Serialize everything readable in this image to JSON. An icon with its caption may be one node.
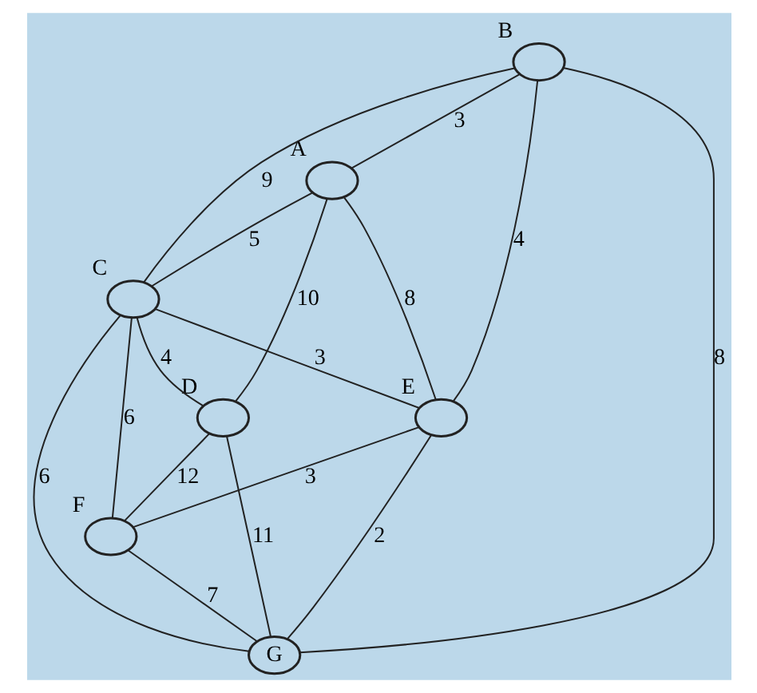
{
  "diagram": {
    "nodes": [
      {
        "text": [],
        "shape": "circle",
        "beside": [
          "A"
        ]
      },
      {
        "text": [],
        "shape": "circle",
        "beside": [
          "B"
        ]
      },
      {
        "text": [],
        "shape": "circle",
        "beside": [
          "C"
        ]
      },
      {
        "text": [],
        "shape": "circle",
        "beside": [
          "D"
        ]
      },
      {
        "text": [],
        "shape": "circle",
        "beside": [
          "E"
        ]
      },
      {
        "text": [],
        "shape": "circle",
        "beside": [
          "F"
        ]
      },
      {
        "text": [
          "G"
        ]
      }
    ],
    "edges": [
      {
        "from": 1,
        "to": 0,
        "arrow": "none",
        "label": "3"
      },
      {
        "from": 0,
        "to": 3,
        "arrow": "none",
        "label": "10"
      },
      {
        "from": 0,
        "to": 4,
        "arrow": "none",
        "label": "8"
      },
      {
        "from": 0,
        "to": 2,
        "arrow": "none",
        "label": "5"
      },
      {
        "from": 1,
        "to": 2,
        "arrow": "none",
        "label": "9"
      },
      {
        "from": 1,
        "to": 4,
        "arrow": "none",
        "label": "4"
      },
      {
        "from": 1,
        "to": 6,
        "arrow": "none",
        "label": "8"
      },
      {
        "from": 2,
        "to": 3,
        "arrow": "none",
        "label": "4"
      },
      {
        "from": 2,
        "to": 4,
        "arrow": "none",
        "label": "3"
      },
      {
        "from": 2,
        "to": 5,
        "arrow": "none",
        "label": "6"
      },
      {
        "from": 2,
        "to": 6,
        "arrow": "none",
        "label": "6"
      },
      {
        "from": 3,
        "to": 5,
        "arrow": "none",
        "label": "12"
      },
      {
        "from": 3,
        "to": 6,
        "arrow": "none",
        "label": "11"
      },
      {
        "from": 4,
        "to": 5,
        "arrow": "none",
        "label": "3"
      },
      {
        "from": 4,
        "to": 6,
        "arrow": "none",
        "label": "2"
      },
      {
        "from": 5,
        "to": 6,
        "arrow": "none",
        "label": "7"
      }
    ]
  }
}
